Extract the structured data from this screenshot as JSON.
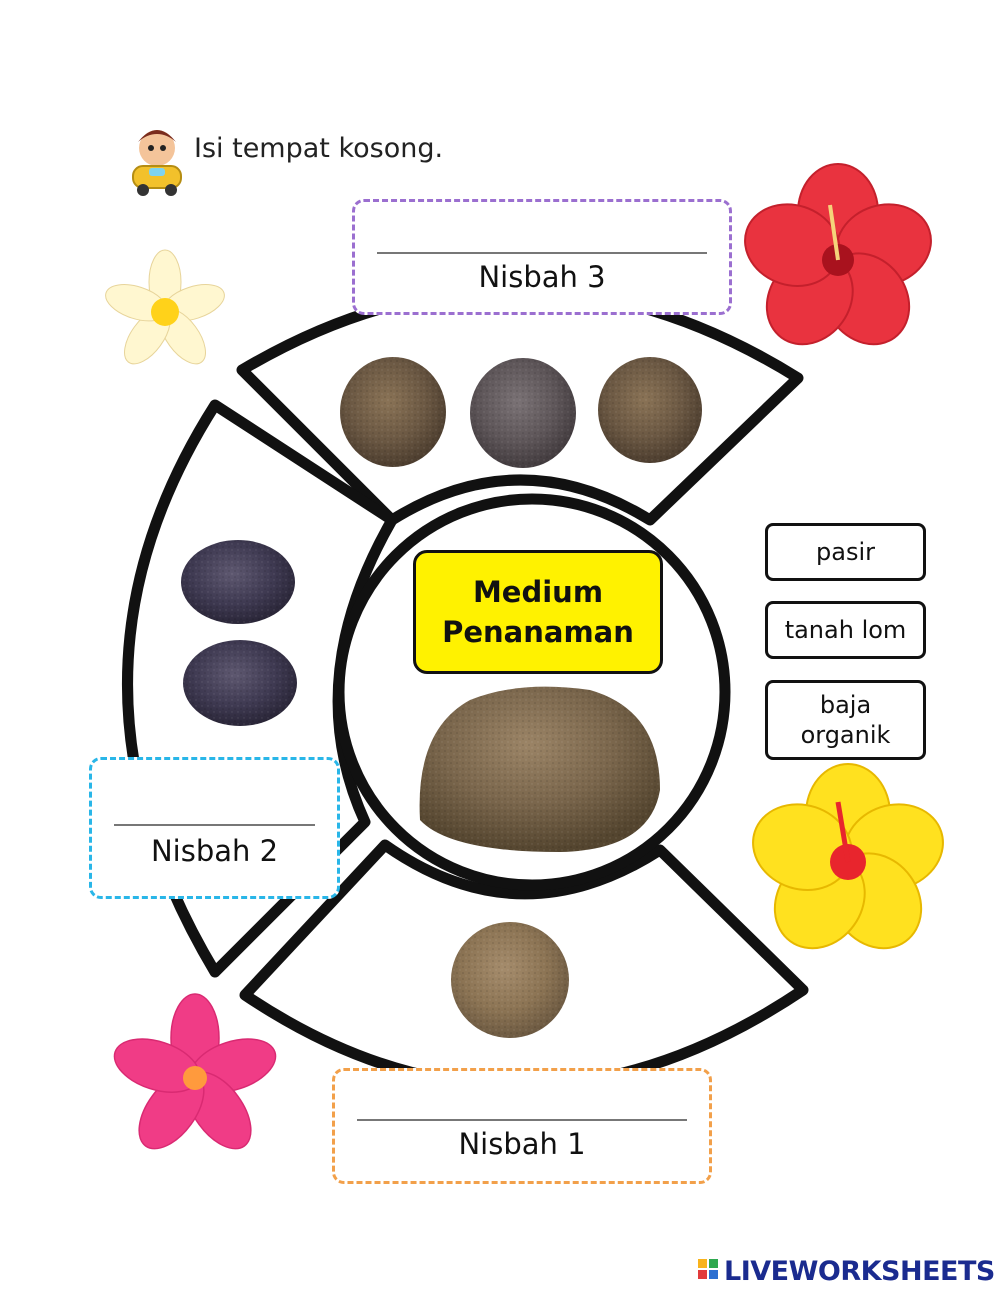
{
  "instruction": "Isi tempat kosong.",
  "center_title": {
    "line1": "Medium",
    "line2": "Penanaman"
  },
  "ratios": {
    "ratio3": {
      "label": "Nisbah 3",
      "value": ""
    },
    "ratio2": {
      "label": "Nisbah 2",
      "value": ""
    },
    "ratio1": {
      "label": "Nisbah 1",
      "value": ""
    }
  },
  "word_bank": [
    {
      "line1": "pasir"
    },
    {
      "line1": "tanah lom"
    },
    {
      "line1": "baja",
      "line2": "organik"
    }
  ],
  "brand": "LIVEWORKSHEETS",
  "colors": {
    "ratio3_border": "#9b6fd0",
    "ratio2_border": "#29b6e8",
    "ratio1_border": "#f2a04a",
    "title_fill": "#fff200",
    "brand": "#1a2b8f"
  }
}
